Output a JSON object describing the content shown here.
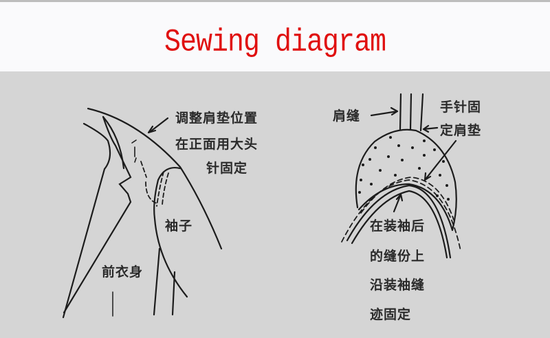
{
  "title": "Sewing diagram",
  "left_figure": {
    "callout_lines": [
      "调整肩垫位置",
      "在正面用大头",
      "针固定"
    ],
    "sleeve_label": "袖子",
    "front_body_label": "前衣身"
  },
  "right_figure": {
    "shoulder_seam_label": "肩缝",
    "hand_stitch_lines": [
      "手针固",
      "定肩垫"
    ],
    "attach_lines": [
      "在装袖后",
      "的缝份上",
      "沿装袖缝",
      "迹固定"
    ]
  },
  "colors": {
    "title": "#e01010",
    "panel": "#d5d5d5",
    "ink": "#222222"
  }
}
